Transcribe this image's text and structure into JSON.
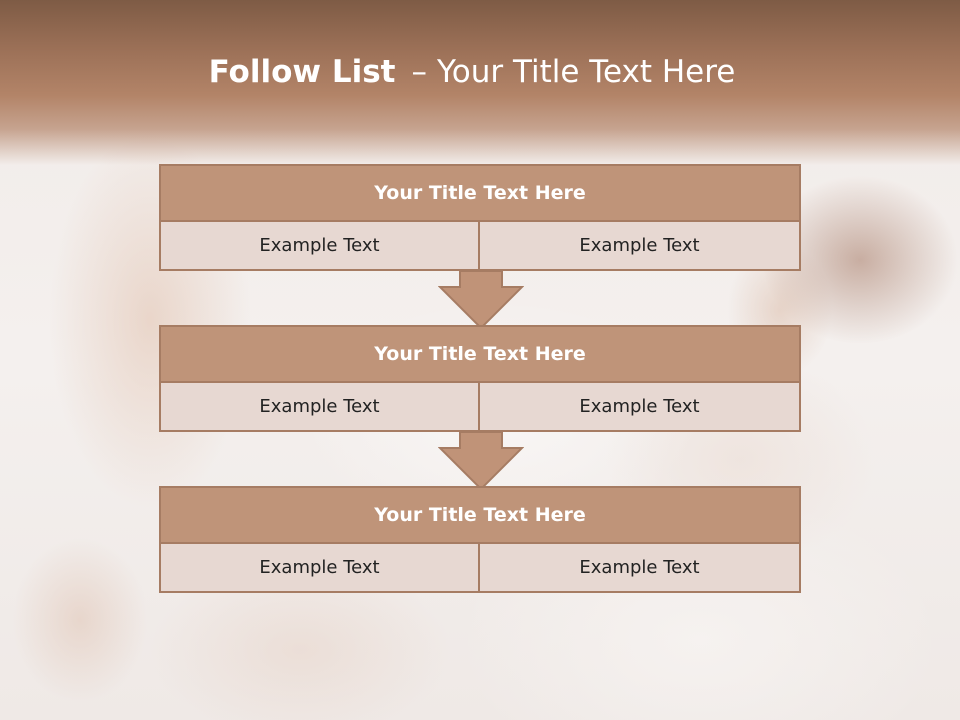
{
  "title": {
    "bold": "Follow List",
    "separator": "–",
    "rest": "Your Title Text Here"
  },
  "colors": {
    "header_band": "#9a6f56",
    "block_header": "#bf9479",
    "block_border": "#a67c63",
    "cell_fill": "#e7d8d2",
    "arrow_fill": "#c09378"
  },
  "blocks": [
    {
      "header": "Your Title Text Here",
      "left": "Example Text",
      "right": "Example Text"
    },
    {
      "header": "Your Title Text Here",
      "left": "Example Text",
      "right": "Example Text"
    },
    {
      "header": "Your Title Text Here",
      "left": "Example Text",
      "right": "Example Text"
    }
  ]
}
